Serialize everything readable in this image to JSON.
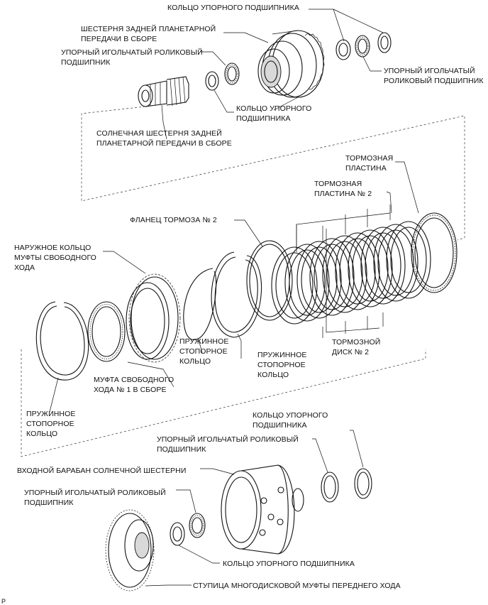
{
  "labels": {
    "thrust_ring_top": "КОЛЬЦО УПОРНОГО ПОДШИПНИКА",
    "rear_planetary_gear_1": "ШЕСТЕРНЯ ЗАДНЕЙ ПЛАНЕТАРНОЙ",
    "rear_planetary_gear_2": "ПЕРЕДАЧИ В СБОРЕ",
    "needle_bearing_top_left_1": "УПОРНЫЙ ИГОЛЬЧАТЫЙ РОЛИКОВЫЙ",
    "needle_bearing_top_left_2": "ПОДШИПНИК",
    "needle_bearing_top_right_1": "УПОРНЫЙ ИГОЛЬЧАТЫЙ",
    "needle_bearing_top_right_2": "РОЛИКОВЫЙ ПОДШИПНИК",
    "thrust_ring_mid_1": "КОЛЬЦО УПОРНОГО",
    "thrust_ring_mid_2": "ПОДШИПНИКА",
    "sun_gear_1": "СОЛНЕЧНАЯ ШЕСТЕРНЯ ЗАДНЕЙ",
    "sun_gear_2": "ПЛАНЕТАРНОЙ ПЕРЕДАЧИ В СБОРЕ",
    "brake_plate_1": "ТОРМОЗНАЯ",
    "brake_plate_2": "ПЛАСТИНА",
    "brake_plate_no2_1": "ТОРМОЗНАЯ",
    "brake_plate_no2_2": "ПЛАСТИНА № 2",
    "brake_flange_no2": "ФЛАНЕЦ ТОРМОЗА № 2",
    "owc_outer_race_1": "НАРУЖНОЕ КОЛЬЦО",
    "owc_outer_race_2": "МУФТЫ СВОБОДНОГО",
    "owc_outer_race_3": "ХОДА",
    "snap_ring_a_1": "ПРУЖИННОЕ",
    "snap_ring_a_2": "СТОПОРНОЕ",
    "snap_ring_a_3": "КОЛЬЦО",
    "snap_ring_b_1": "ПРУЖИННОЕ",
    "snap_ring_b_2": "СТОПОРНОЕ",
    "snap_ring_b_3": "КОЛЬЦО",
    "brake_disc_no2_1": "ТОРМОЗНОЙ",
    "brake_disc_no2_2": "ДИСК № 2",
    "owc_no1_1": "МУФТА СВОБОДНОГО",
    "owc_no1_2": "ХОДА № 1 В СБОРЕ",
    "snap_ring_c_1": "ПРУЖИННОЕ",
    "snap_ring_c_2": "СТОПОРНОЕ",
    "snap_ring_c_3": "КОЛЬЦО",
    "thrust_ring_low_1": "КОЛЬЦО УПОРНОГО",
    "thrust_ring_low_2": "ПОДШИПНИКА",
    "needle_bearing_low_1": "УПОРНЫЙ ИГОЛЬЧАТЫЙ РОЛИКОВЫЙ",
    "needle_bearing_low_2": "ПОДШИПНИК",
    "sun_gear_drum": "ВХОДНОЙ БАРАБАН СОЛНЕЧНОЙ ШЕСТЕРНИ",
    "needle_bearing_bottom_1": "УПОРНЫЙ ИГОЛЬЧАТЫЙ РОЛИКОВЫЙ",
    "needle_bearing_bottom_2": "ПОДШИПНИК",
    "thrust_ring_bottom": "КОЛЬЦО УПОРНОГО ПОДШИПНИКА",
    "clutch_hub": "СТУПИЦА МНОГОДИСКОВОЙ МУФТЫ ПЕРЕДНЕГО ХОДА",
    "corner_mark": "P"
  }
}
